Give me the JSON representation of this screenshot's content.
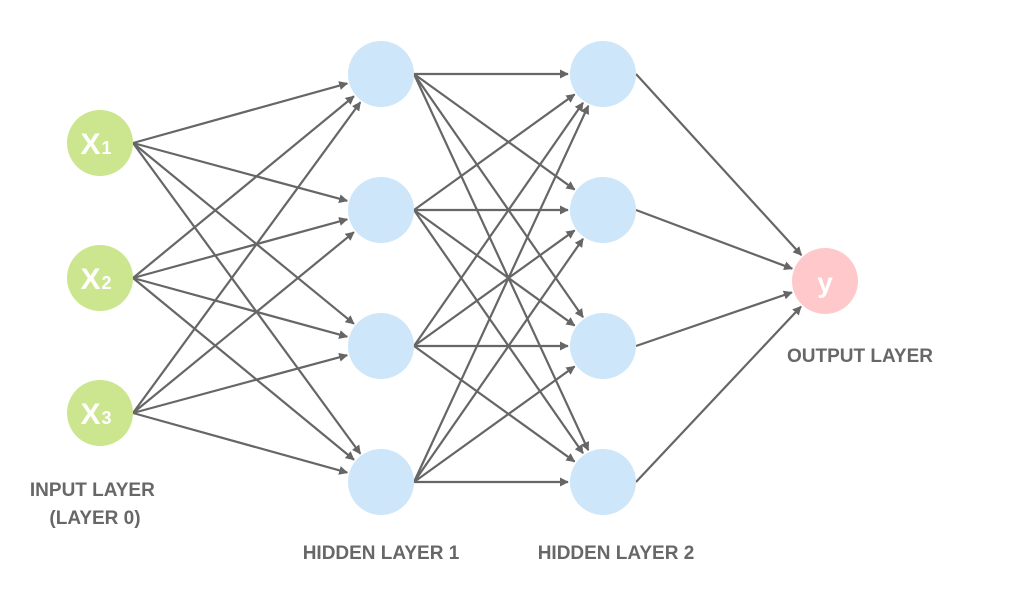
{
  "layers": [
    {
      "label_lines": [
        "INPUT LAYER",
        "(LAYER 0)"
      ],
      "color": "#cce68f",
      "nodes": [
        {
          "base": "X",
          "sub": "1"
        },
        {
          "base": "X",
          "sub": "2"
        },
        {
          "base": "X",
          "sub": "3"
        }
      ]
    },
    {
      "label_lines": [
        "HIDDEN LAYER 1"
      ],
      "color": "#cde6fa",
      "nodes": [
        {},
        {},
        {},
        {}
      ]
    },
    {
      "label_lines": [
        "HIDDEN LAYER 2"
      ],
      "color": "#cde6fa",
      "nodes": [
        {},
        {},
        {},
        {}
      ]
    },
    {
      "label_lines": [
        "OUTPUT LAYER"
      ],
      "color": "#ffc9cb",
      "nodes": [
        {
          "base": "y",
          "sub": ""
        }
      ]
    }
  ],
  "edge_color": "#666666",
  "connectivity": "fully-connected"
}
